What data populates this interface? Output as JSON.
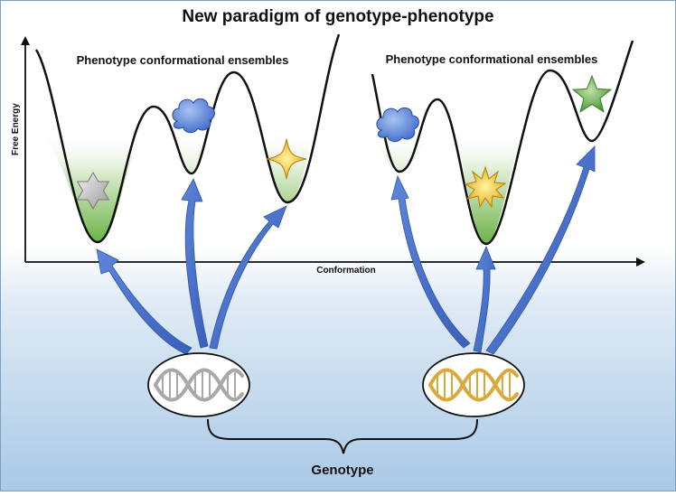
{
  "title": "New paradigm of genotype-phenotype",
  "left_panel_label": "Phenotype conformational ensembles",
  "right_panel_label": "Phenotype conformational ensembles",
  "y_axis_label": "Free Energy",
  "x_axis_label": "Conformation",
  "genotype_label": "Genotype",
  "colors": {
    "arrow": "#4a73c9",
    "well_green": "#7cbf5a",
    "dna_left": "#a8a8a8",
    "dna_right": "#d9a93a",
    "background_bottom": "#a9c9e6"
  },
  "icons": {
    "left_well_1": "hexagram-star-icon",
    "left_well_2": "cloud-icon",
    "left_well_3": "four-point-star-icon",
    "right_well_1": "cloud-icon",
    "right_well_2": "starburst-icon",
    "right_well_3": "five-point-star-icon",
    "left_genotype": "dna-helix-icon",
    "right_genotype": "dna-helix-icon"
  }
}
